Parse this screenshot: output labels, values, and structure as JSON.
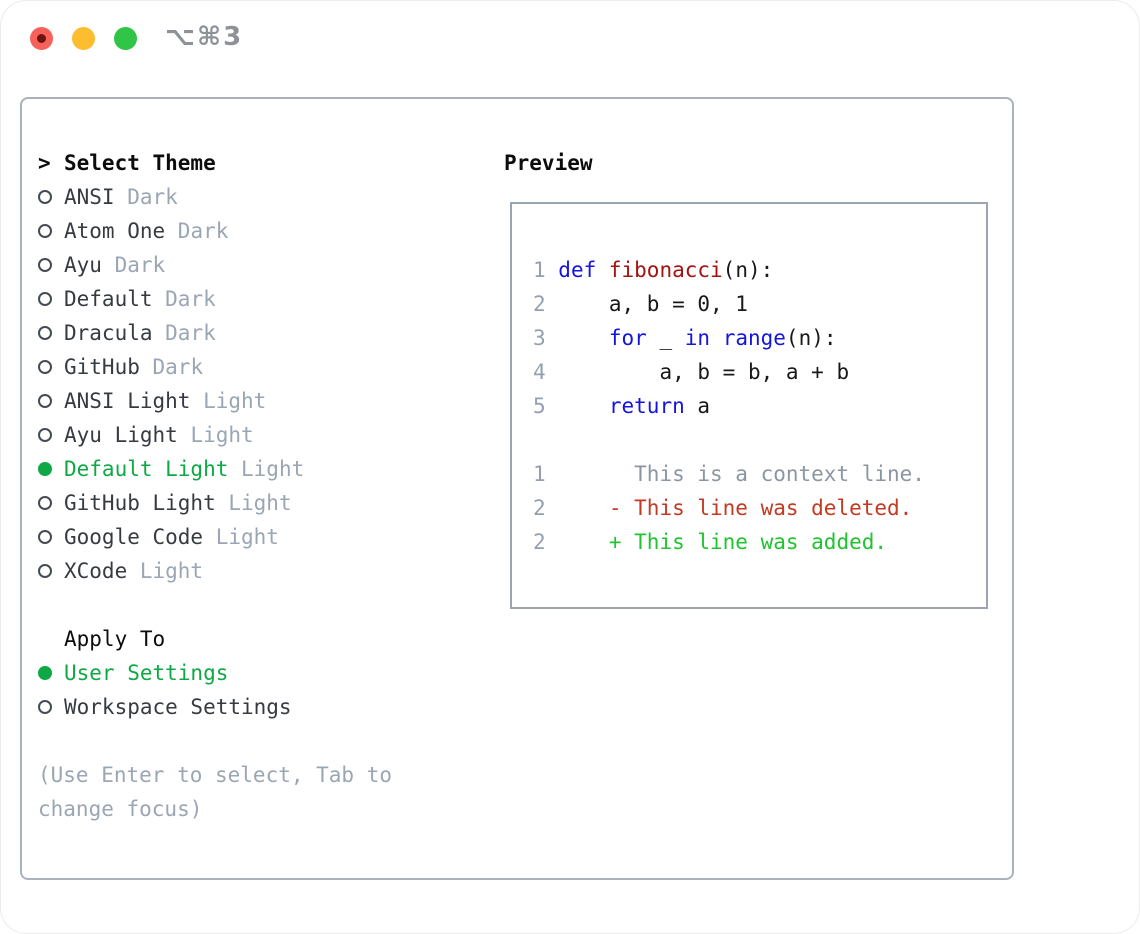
{
  "window": {
    "title": "⌥⌘3"
  },
  "colors": {
    "selected_green": "#0ea944",
    "keyword_blue": "#1414e0",
    "function_red": "#a31212",
    "deleted_red": "#c23a21",
    "added_green": "#1fc42f",
    "muted_gray": "#9aa6b4",
    "gutter_gray": "#93a0b0",
    "text_dark": "#363b42",
    "traffic_red": "#f7615a",
    "traffic_yellow": "#fcbd2e",
    "traffic_green": "#30c546"
  },
  "theme_panel": {
    "header": {
      "prompt": ">",
      "label": "Select Theme"
    },
    "themes": [
      {
        "name": "ANSI",
        "variant": "Dark",
        "selected": false
      },
      {
        "name": "Atom One",
        "variant": "Dark",
        "selected": false
      },
      {
        "name": "Ayu",
        "variant": "Dark",
        "selected": false
      },
      {
        "name": "Default",
        "variant": "Dark",
        "selected": false
      },
      {
        "name": "Dracula",
        "variant": "Dark",
        "selected": false
      },
      {
        "name": "GitHub",
        "variant": "Dark",
        "selected": false
      },
      {
        "name": "ANSI Light",
        "variant": "Light",
        "selected": false
      },
      {
        "name": "Ayu Light",
        "variant": "Light",
        "selected": false
      },
      {
        "name": "Default Light",
        "variant": "Light",
        "selected": true
      },
      {
        "name": "GitHub Light",
        "variant": "Light",
        "selected": false
      },
      {
        "name": "Google Code",
        "variant": "Light",
        "selected": false
      },
      {
        "name": "XCode",
        "variant": "Light",
        "selected": false
      }
    ],
    "apply_to": {
      "label": "Apply To",
      "options": [
        {
          "label": "User Settings",
          "selected": true
        },
        {
          "label": "Workspace Settings",
          "selected": false
        }
      ]
    },
    "hint_lines": [
      "(Use Enter to select, Tab to",
      "change focus)"
    ]
  },
  "preview": {
    "label": "Preview",
    "lines": [
      [
        [
          "ln",
          "1 "
        ],
        [
          "kw",
          "def "
        ],
        [
          "fn",
          "fibonacci"
        ],
        [
          "pl",
          "(n):"
        ]
      ],
      [
        [
          "ln",
          "2 "
        ],
        [
          "pl",
          "    a, b = 0, 1"
        ]
      ],
      [
        [
          "ln",
          "3 "
        ],
        [
          "pl",
          "    "
        ],
        [
          "kw",
          "for"
        ],
        [
          "pl",
          " _ "
        ],
        [
          "kw",
          "in"
        ],
        [
          "pl",
          " "
        ],
        [
          "kw",
          "range"
        ],
        [
          "pl",
          "(n):"
        ]
      ],
      [
        [
          "ln",
          "4 "
        ],
        [
          "pl",
          "        a, b = b, a + b"
        ]
      ],
      [
        [
          "ln",
          "5 "
        ],
        [
          "pl",
          "    "
        ],
        [
          "kw",
          "return"
        ],
        [
          "pl",
          " a"
        ]
      ],
      [],
      [
        [
          "ln",
          "1 "
        ],
        [
          "ctx",
          "      This is a context line."
        ]
      ],
      [
        [
          "ln",
          "2 "
        ],
        [
          "del",
          "    - This line was deleted."
        ]
      ],
      [
        [
          "ln",
          "2 "
        ],
        [
          "add",
          "    + This line was added."
        ]
      ]
    ]
  }
}
